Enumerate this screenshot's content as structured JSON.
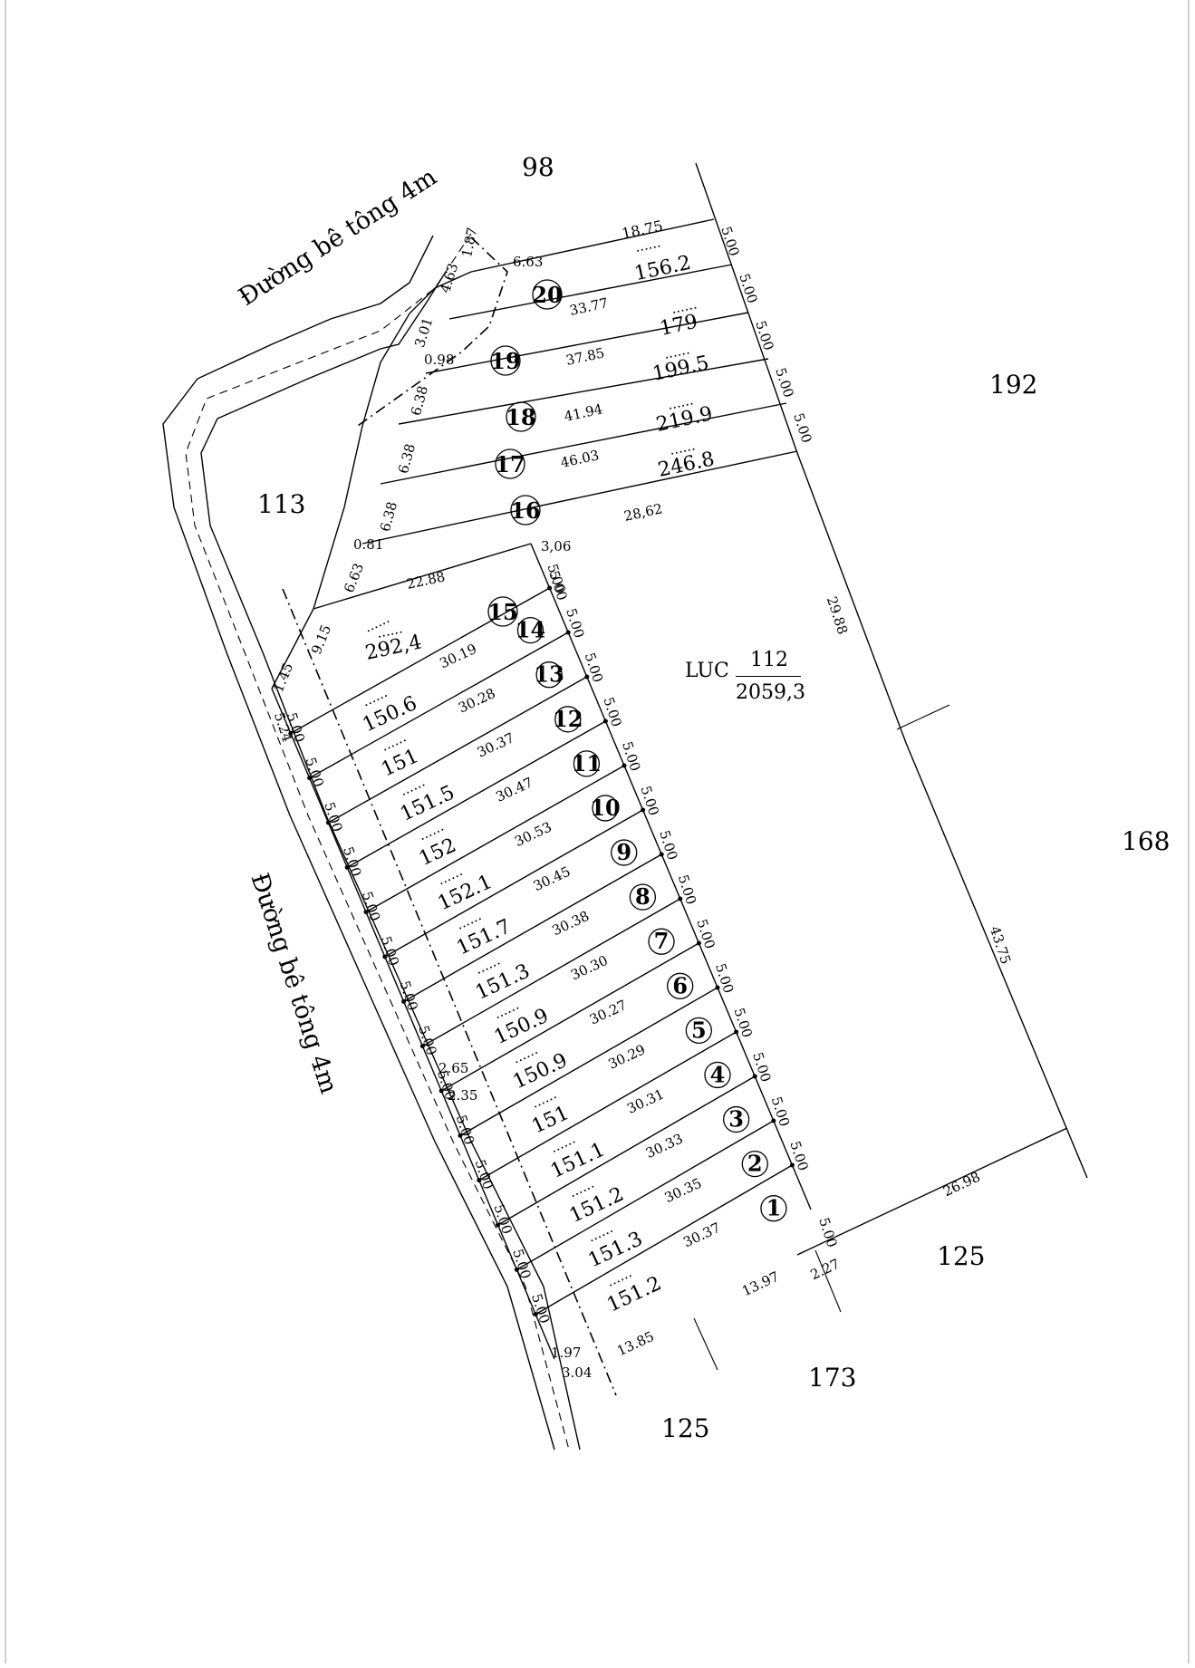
{
  "neighbors": {
    "n98": "98",
    "n192": "192",
    "n113": "113",
    "n168": "168",
    "n125_right": "125",
    "n173": "173",
    "n125_bottom": "125"
  },
  "roads": {
    "road_top": "Đường bê tông 4m",
    "road_left": "Đường bê tông 4m"
  },
  "main_parcel": {
    "type": "LUC",
    "number": "112",
    "area": "2059,3"
  },
  "lots": [
    {
      "no": "1",
      "length": "30.37",
      "area": "151.2"
    },
    {
      "no": "2",
      "length": "30.35",
      "area": "151.3"
    },
    {
      "no": "3",
      "length": "30.33",
      "area": "151.2"
    },
    {
      "no": "4",
      "length": "30.31",
      "area": "151.1"
    },
    {
      "no": "5",
      "length": "30.29",
      "area": "151"
    },
    {
      "no": "6",
      "length": "30.27",
      "area": "150.9"
    },
    {
      "no": "7",
      "length": "30.30",
      "area": "150.9"
    },
    {
      "no": "8",
      "length": "30.38",
      "area": "151.3"
    },
    {
      "no": "9",
      "length": "30.45",
      "area": "151.7"
    },
    {
      "no": "10",
      "length": "30.53",
      "area": "152.1"
    },
    {
      "no": "11",
      "length": "30.47",
      "area": "152"
    },
    {
      "no": "12",
      "length": "30.37",
      "area": "151.5"
    },
    {
      "no": "13",
      "length": "30.28",
      "area": "151"
    },
    {
      "no": "14",
      "length": "30.19",
      "area": "150.6"
    },
    {
      "no": "15",
      "length": "22.88",
      "area": "292,4"
    },
    {
      "no": "16",
      "length": "28,62",
      "area": ""
    },
    {
      "no": "17",
      "length": "46.03",
      "area": "246.8"
    },
    {
      "no": "18",
      "length": "41.94",
      "area": "219.9"
    },
    {
      "no": "19",
      "length": "37.85",
      "area": "199.5"
    },
    {
      "no": "20",
      "length": "33.77",
      "area": "179"
    }
  ],
  "extra_area_top": "156.2",
  "top_length": "18.75",
  "dimensions": {
    "d_6_63_top": "6.63",
    "d_1_87": "1.87",
    "d_4_63": "4.63",
    "d_3_01": "3.01",
    "d_0_98": "0.98",
    "d_6_38_a": "6.38",
    "d_6_38_b": "6.38",
    "d_6_38_c": "6.38",
    "d_0_81": "0.81",
    "d_6_63_left": "6.63",
    "d_9_15": "9.15",
    "d_1_45": "1.45",
    "d_5_24": "5.24",
    "d_3_06": "3,06",
    "d_2_65": "2.65",
    "d_2_35": "2.35",
    "d_1_97": "1.97",
    "d_3_04": "3.04",
    "d_13_85": "13.85",
    "d_13_97": "13.97",
    "d_2_27": "2.27",
    "d_26_98": "26.98",
    "d_29_88": "29.88",
    "d_43_75": "43.75",
    "five": "5.00",
    "dots": "......"
  }
}
